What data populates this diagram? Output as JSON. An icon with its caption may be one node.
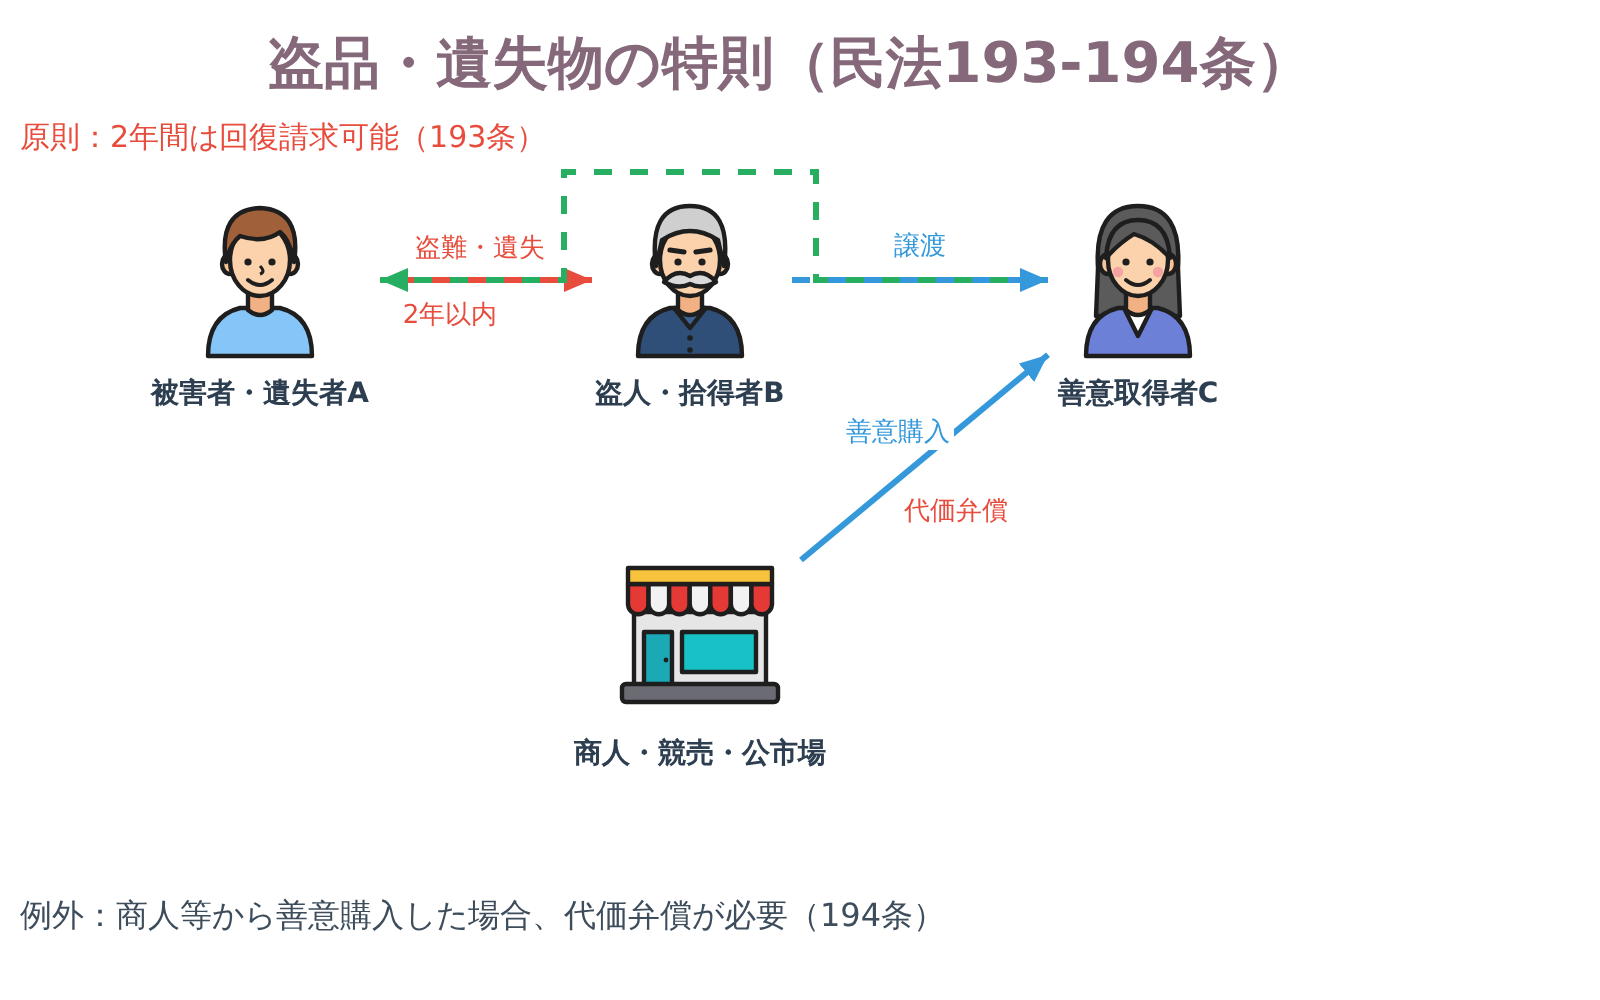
{
  "diagram": {
    "title": "盗品・遺失物の特則（民法193-194条）",
    "nodes": [
      {
        "text": [
          "被害者・遺失者A"
        ]
      },
      {
        "text": [
          "盗人・拾得者B"
        ]
      },
      {
        "text": [
          "善意取得者C"
        ]
      },
      {
        "text": [
          "商人・競売・公市場"
        ]
      }
    ],
    "edges": [
      {
        "from": 0,
        "to": 1,
        "arrow": "to",
        "label": "盗難・遺失",
        "style": "dashed",
        "color": "#e74c3c"
      },
      {
        "from": 2,
        "to": 0,
        "arrow": "to",
        "style": "dashed",
        "color": "#27ae60"
      },
      {
        "from": 1,
        "to": 2,
        "arrow": "to",
        "label": "譲渡",
        "style": "dashed"
      },
      {
        "from": 3,
        "to": 2,
        "arrow": "to",
        "label": "善意購入"
      }
    ],
    "labels": [
      "原則：2年間は回復請求可能（193条）",
      "2年以内",
      "代価弁償",
      "例外：商人等から善意購入した場合、代価弁償が必要（194条）"
    ]
  }
}
